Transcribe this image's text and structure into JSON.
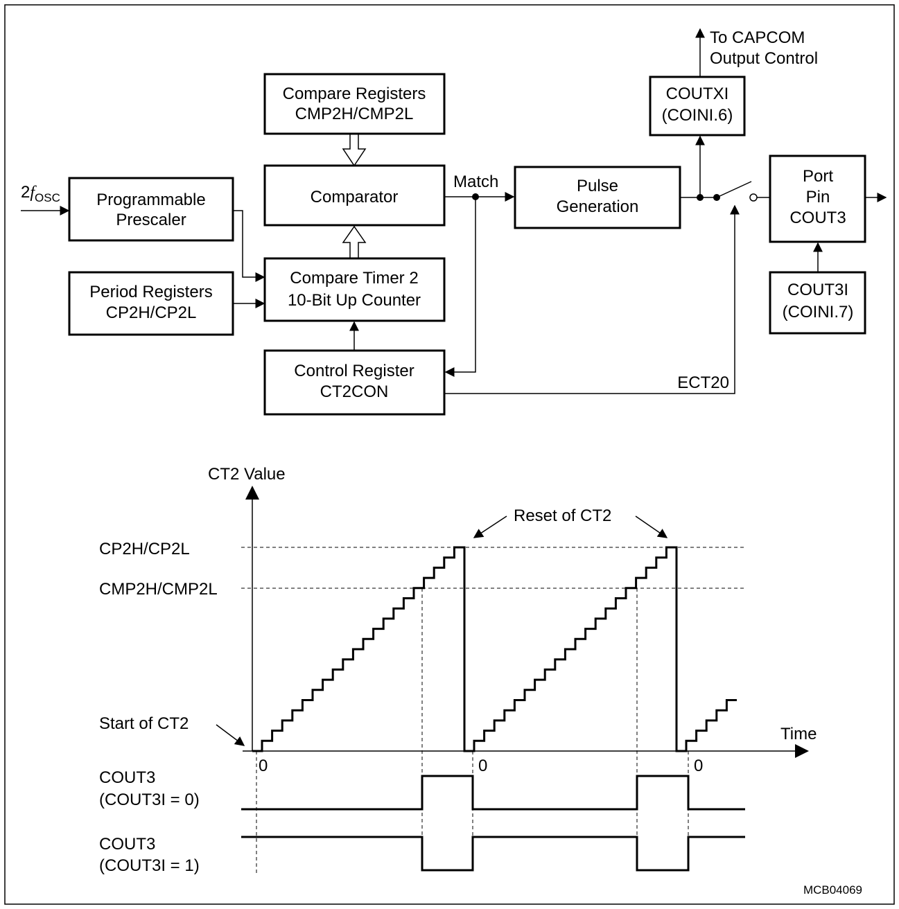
{
  "blocks": {
    "compare_registers": [
      "Compare Registers",
      "CMP2H/CMP2L"
    ],
    "comparator": "Comparator",
    "prescaler": [
      "Programmable",
      "Prescaler"
    ],
    "compare_timer": [
      "Compare Timer 2",
      "10-Bit Up Counter"
    ],
    "period_registers": [
      "Period Registers",
      "CP2H/CP2L"
    ],
    "control_register": [
      "Control Register",
      "CT2CON"
    ],
    "pulse_generation": [
      "Pulse",
      "Generation"
    ],
    "coutxi": [
      "COUTXI",
      "(COINI.6)"
    ],
    "port_pin": [
      "Port",
      "Pin",
      "COUT3"
    ],
    "cout3i": [
      "COUT3I",
      "(COINI.7)"
    ]
  },
  "signals": {
    "osc_input": {
      "prefix": "2",
      "italic": "f",
      "subscript": "OSC"
    },
    "match": "Match",
    "ect20": "ECT20",
    "capcom": [
      "To CAPCOM",
      "Output Control"
    ]
  },
  "timing": {
    "y_axis_label": "CT2 Value",
    "x_axis_label": "Time",
    "level_period": "CP2H/CP2L",
    "level_compare": "CMP2H/CMP2L",
    "start_label": "Start of CT2",
    "reset_label": "Reset of CT2",
    "zero_label": "0",
    "trace_cout3_i0": [
      "COUT3",
      "(COUT3I = 0)"
    ],
    "trace_cout3_i1": [
      "COUT3",
      "(COUT3I = 1)"
    ]
  },
  "figure_id": "MCB04069"
}
